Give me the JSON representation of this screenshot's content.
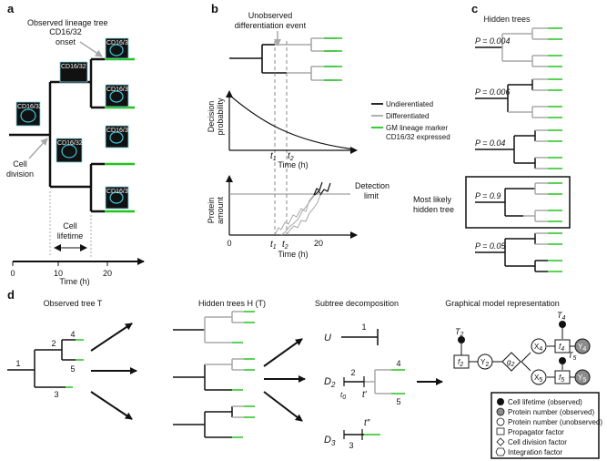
{
  "panels": {
    "a": {
      "letter": "a",
      "title": "Observed lineage tree",
      "onset_label_1": "CD16/32",
      "onset_label_2": "onset",
      "cell_tag": "CD16/32",
      "division_label_1": "Cell",
      "division_label_2": "division",
      "lifetime_label_1": "Cell",
      "lifetime_label_2": "lifetime",
      "x_ticks": [
        "0",
        "10",
        "20"
      ],
      "x_label": "Time (h)"
    },
    "b": {
      "letter": "b",
      "event_label_1": "Unobserved",
      "event_label_2": "differentiation event",
      "decision_ylabel_1": "Decision",
      "decision_ylabel_2": "probability",
      "t1": "t",
      "t1_sub": "1",
      "t2": "t",
      "t2_sub": "2",
      "time_label": "Time (h)",
      "protein_ylabel_1": "Protein",
      "protein_ylabel_2": "amount",
      "detection_1": "Detection",
      "detection_2": "limit",
      "x_ticks": [
        "0",
        "20"
      ],
      "legend": {
        "undiff": "Undierentiated",
        "diff": "Differentiated",
        "marker_1": "GM lineage marker",
        "marker_2": "CD16/32 expressed"
      }
    },
    "c": {
      "letter": "c",
      "title": "Hidden trees",
      "p_values": [
        "P = 0.004",
        "P = 0.006",
        "P = 0.04",
        "P = 0.9",
        "P = 0.05"
      ],
      "most_likely_1": "Most likely",
      "most_likely_2": "hidden tree"
    },
    "d": {
      "letter": "d",
      "observed_title": "Observed tree T",
      "hidden_title": "Hidden trees H (T)",
      "subtree_title": "Subtree decomposition",
      "graphical_title": "Graphical model representation",
      "node_labels": [
        "1",
        "2",
        "3",
        "4",
        "5"
      ],
      "subtrees": {
        "U": "U",
        "D2": "D",
        "D2_sub": "2",
        "D3": "D",
        "D3_sub": "3",
        "t0": "t",
        "t0_sub": "0",
        "tprime": "t′",
        "tdprime": "t″"
      },
      "graph": {
        "T2": "T",
        "T2_sub": "2",
        "T4": "T",
        "T4_sub": "4",
        "T5": "T",
        "T5_sub": "5",
        "f2": "f",
        "f2_sub": "2",
        "Y2": "Y",
        "Y2_sub": "2",
        "g2": "g",
        "g2_sub": "2",
        "X4": "X",
        "X4_sub": "4",
        "X5": "X",
        "X5_sub": "5",
        "f4": "f",
        "f4_sub": "4",
        "f5": "f",
        "f5_sub": "5",
        "Y4": "Y",
        "Y4_sub": "4",
        "Y5": "Y",
        "Y5_sub": "5"
      },
      "legend": [
        "Cell lifetime (observed)",
        "Protein number (observed)",
        "Protein number (unobserved)",
        "Propagator factor",
        "Cell division factor",
        "Integration factor"
      ]
    }
  },
  "colors": {
    "green": "#22c41c",
    "grey": "#a8a8a8",
    "black": "#111111",
    "dashed": "#8a8a8a",
    "cell_ring": "#37c6d9",
    "observed_node": "#8c8c8c"
  }
}
